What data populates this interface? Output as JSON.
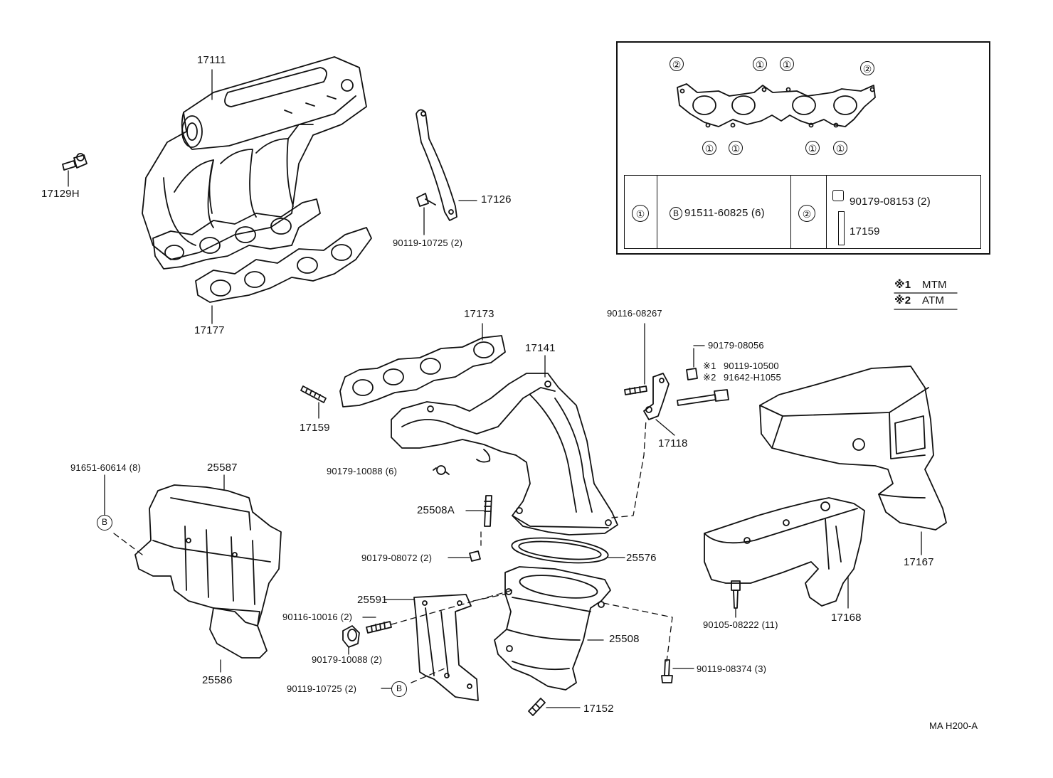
{
  "diagram_code": "MA H200-A",
  "legend": {
    "mark1": "※1",
    "mark1_label": "MTM",
    "mark2": "※2",
    "mark2_label": "ATM"
  },
  "inset": {
    "top_marks": [
      "②",
      "①",
      "①",
      "②"
    ],
    "bottom_marks": [
      "①",
      "①",
      "①",
      "①"
    ],
    "row1_mark": "①",
    "row1_b": "B",
    "row1_part": "91511-60825 (6)",
    "row2_mark": "②",
    "row2_part_a": "90179-08153 (2)",
    "row2_part_b": "17159"
  },
  "parts": {
    "p17111": "17111",
    "p17129H": "17129H",
    "p17177": "17177",
    "p17126": "17126",
    "p90119_10725_top": "90119-10725 (2)",
    "p17173": "17173",
    "p17141": "17141",
    "p17159": "17159",
    "p90116_08267": "90116-08267",
    "p90179_08056": "90179-08056",
    "p90119_10500": "90119-10500",
    "p91642_H1055": "91642-H1055",
    "p17118": "17118",
    "p90179_10088_6": "90179-10088 (6)",
    "p91651_60614": "91651-60614 (8)",
    "p25587": "25587",
    "p25508A": "25508A",
    "p90179_08072": "90179-08072 (2)",
    "p25576": "25576",
    "p25591": "25591",
    "p90116_10016": "90116-10016 (2)",
    "p90179_10088_2": "90179-10088 (2)",
    "p90119_10725_bot": "90119-10725 (2)",
    "p25508": "25508",
    "p25586": "25586",
    "p17152": "17152",
    "p90119_08374": "90119-08374 (3)",
    "p90105_08222": "90105-08222 (11)",
    "p17168": "17168",
    "p17167": "17167",
    "mark_B": "B",
    "mark_note1": "※1",
    "mark_note2": "※2"
  }
}
